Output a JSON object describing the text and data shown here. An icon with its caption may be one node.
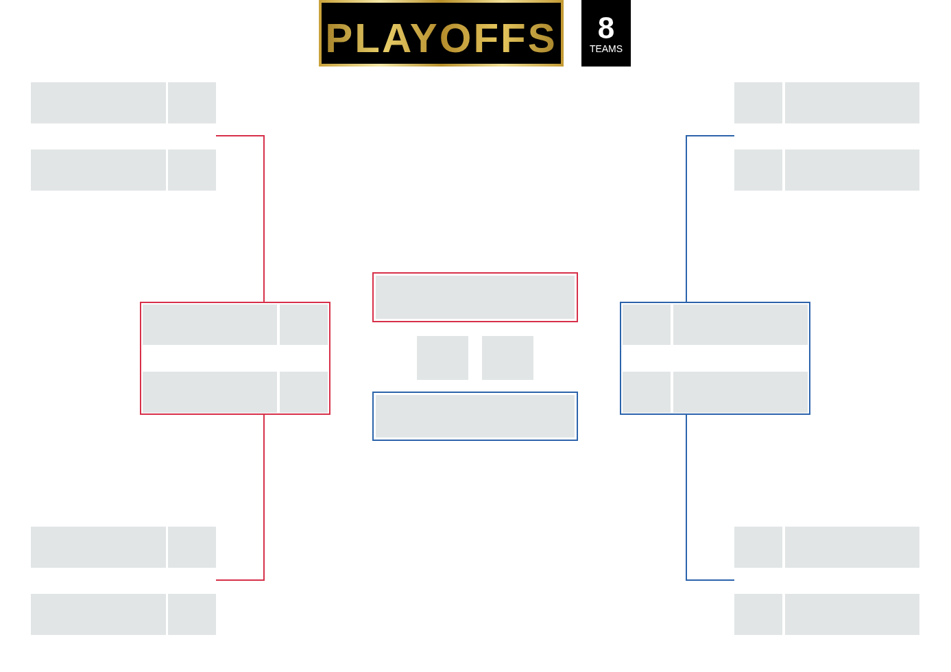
{
  "diagram": {
    "title": "PLAYOFFS",
    "nodes": [
      {
        "text": [
          "8",
          "TEAMS"
        ]
      },
      {
        "text": [],
        "shape": "box"
      },
      {
        "text": [],
        "shape": "box"
      },
      {
        "text": [],
        "shape": "box"
      },
      {
        "text": [],
        "shape": "box"
      },
      {
        "text": [],
        "shape": "box"
      },
      {
        "text": [],
        "shape": "box"
      },
      {
        "text": [],
        "shape": "box"
      },
      {
        "text": [],
        "shape": "box"
      },
      {
        "text": [],
        "shape": "box"
      },
      {
        "text": [],
        "shape": "box"
      },
      {
        "text": [],
        "shape": "box"
      },
      {
        "text": [],
        "shape": "box"
      },
      {
        "text": [],
        "shape": "box"
      },
      {
        "text": [],
        "shape": "box"
      },
      {
        "text": [],
        "shape": "box"
      },
      {
        "text": [],
        "shape": "box"
      },
      {
        "text": [],
        "shape": "box"
      },
      {
        "text": [],
        "shape": "box",
        "in": 17
      },
      {
        "text": [],
        "shape": "box",
        "in": 17
      },
      {
        "text": [],
        "shape": "box",
        "in": 17
      },
      {
        "text": [],
        "shape": "box",
        "in": 17
      },
      {
        "text": [],
        "shape": "box"
      },
      {
        "text": [],
        "shape": "box"
      },
      {
        "text": [],
        "shape": "box"
      },
      {
        "text": [],
        "shape": "box"
      },
      {
        "text": [],
        "shape": "box",
        "in": 25
      },
      {
        "text": [],
        "shape": "box",
        "in": 25
      },
      {
        "text": [],
        "shape": "box",
        "in": 25
      },
      {
        "text": [],
        "shape": "box",
        "in": 25
      },
      {
        "text": [],
        "shape": "box"
      }
    ],
    "edges": [
      {
        "from": null,
        "to": 17,
        "arrow": "none",
        "color": "#d62f48"
      },
      {
        "from": null,
        "to": 17,
        "arrow": "none",
        "color": "#d62f48"
      },
      {
        "from": null,
        "to": 25,
        "arrow": "none",
        "color": "#2b63ab"
      },
      {
        "from": null,
        "to": 25,
        "arrow": "none",
        "color": "#2b63ab"
      }
    ]
  }
}
